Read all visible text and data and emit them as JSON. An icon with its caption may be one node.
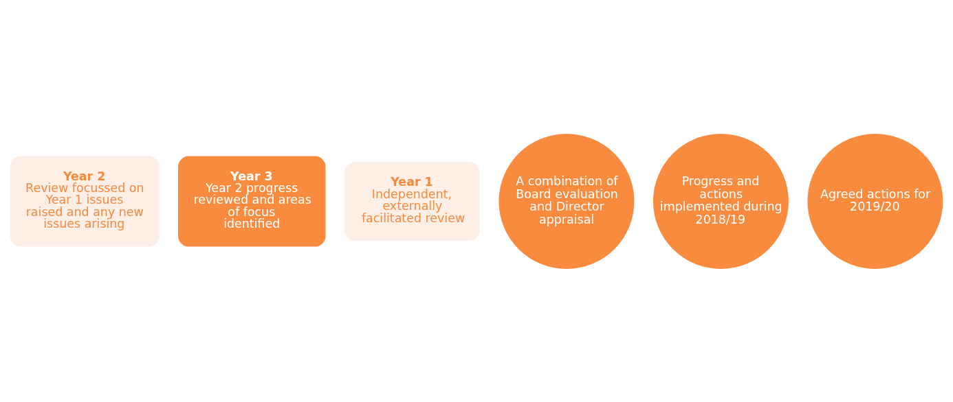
{
  "diagram": {
    "nodes": [
      {
        "text": [
          "Year 2",
          "Review focussed on Year 1 issues raised and any new issues arising"
        ]
      },
      {
        "text": [
          "Year 3",
          "Year 2 progress reviewed and areas of focus identified"
        ]
      },
      {
        "text": [
          "Year 1",
          "Independent, externally facilitated review"
        ]
      },
      {
        "text": [
          "A combination of Board evaluation and Director appraisal"
        ]
      },
      {
        "text": [
          "Progress and actions implemented during 2018/19"
        ]
      },
      {
        "text": [
          "Agreed actions for 2019/20"
        ]
      }
    ],
    "edges": []
  }
}
